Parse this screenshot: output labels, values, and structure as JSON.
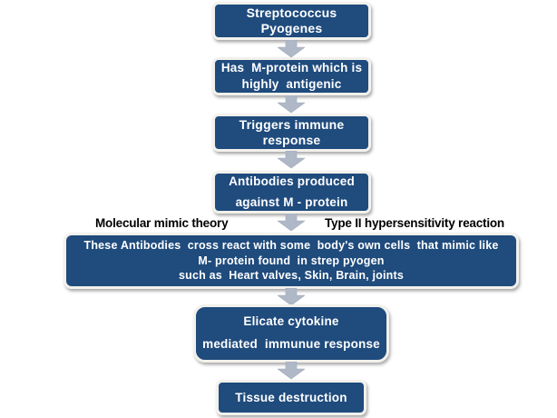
{
  "colors": {
    "box_fill": "#1F4B7D",
    "box_border": "#F2F1EC",
    "box_text": "#FFFFFF",
    "arrow_fill": "#AFB8C6",
    "arrow_stroke": "#9FA9BA",
    "label_text": "#000000",
    "background": "#FFFFFF"
  },
  "flowchart": {
    "nodes": [
      {
        "id": "streptococcus-pyogenes",
        "text": "Streptococcus\nPyogenes"
      },
      {
        "id": "m-protein-antigenic",
        "text": "Has  M-protein which is\nhighly  antigenic"
      },
      {
        "id": "triggers-immune",
        "text": "Triggers immune\nresponse"
      },
      {
        "id": "antibodies-produced",
        "text": "Antibodies produced\nagainst M - protein"
      },
      {
        "id": "cross-react",
        "text": "These Antibodies  cross react with some  body's own cells  that mimic like\nM- protein found  in strep pyogen\nsuch as  Heart valves, Skin, Brain, joints"
      },
      {
        "id": "elicate-cytokine",
        "text": "Elicate cytokine\nmediated  immunue response"
      },
      {
        "id": "tissue-destruction",
        "text": "Tissue destruction"
      }
    ],
    "side_labels": {
      "left": "Molecular mimic theory",
      "right": "Type II hypersensitivity reaction"
    }
  }
}
